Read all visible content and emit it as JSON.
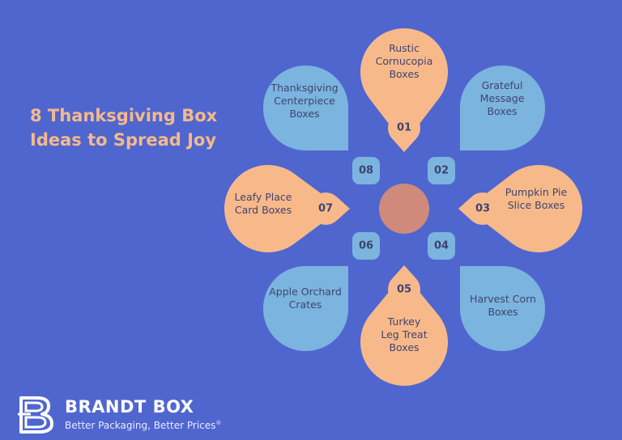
{
  "title_lines": [
    "8 Thanksgiving Box",
    "Ideas to Spread Joy"
  ],
  "colors": {
    "background": "#5066cf",
    "orange": "#f8b98a",
    "blue": "#7bb4de",
    "center": "#d08a7c",
    "title": "#f5b98a",
    "text": "#3d4470"
  },
  "items": [
    {
      "number": "01",
      "lines": [
        "Rustic",
        "Cornucopia",
        "Boxes"
      ],
      "color": "orange"
    },
    {
      "number": "02",
      "lines": [
        "Grateful",
        "Message",
        "Boxes"
      ],
      "color": "blue"
    },
    {
      "number": "03",
      "lines": [
        "Pumpkin Pie",
        "Slice Boxes"
      ],
      "color": "orange"
    },
    {
      "number": "04",
      "lines": [
        "Harvest Corn",
        "Boxes"
      ],
      "color": "blue"
    },
    {
      "number": "05",
      "lines": [
        "Turkey",
        "Leg Treat",
        "Boxes"
      ],
      "color": "orange"
    },
    {
      "number": "06",
      "lines": [
        "Apple Orchard",
        "Crates"
      ],
      "color": "blue"
    },
    {
      "number": "07",
      "lines": [
        "Leafy Place",
        "Card Boxes"
      ],
      "color": "orange"
    },
    {
      "number": "08",
      "lines": [
        "Thanksgiving",
        "Centerpiece",
        "Boxes"
      ],
      "color": "blue"
    }
  ],
  "brand": {
    "name": "BRANDT BOX",
    "tagline": "Better Packaging, Better Prices",
    "registered_mark": "®",
    "logo": "bb-monogram-icon"
  }
}
